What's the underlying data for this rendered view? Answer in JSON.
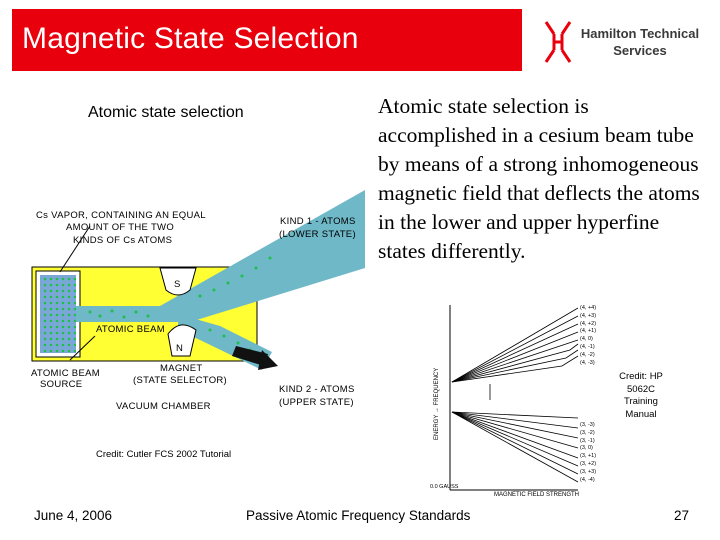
{
  "header": {
    "title": "Magnetic State Selection",
    "logo_line1": "Hamilton Technical",
    "logo_line2": "Services"
  },
  "body_text": "Atomic state selection is accomplished in a cesium beam tube by means of a  strong inhomogeneous magnetic field that deflects the atoms in the lower and upper hyperfine states differently.",
  "diagram": {
    "title": "Atomic state selection",
    "vapor_label_1": "Cs VAPOR, CONTAINING AN EQUAL",
    "vapor_label_2": "AMOUNT OF THE TWO",
    "vapor_label_3": "KINDS OF Cs ATOMS",
    "kind1_line1": "KIND 1 - ATOMS",
    "kind1_line2": "(LOWER STATE)",
    "pole_s": "S",
    "pole_n": "N",
    "atomic_beam": "ATOMIC BEAM",
    "source_line1": "ATOMIC BEAM",
    "source_line2": "SOURCE",
    "magnet_line1": "MAGNET",
    "magnet_line2": "(STATE SELECTOR)",
    "vacuum": "VACUUM CHAMBER",
    "kind2_line1": "KIND 2 - ATOMS",
    "kind2_line2": "(UPPER STATE)",
    "credit": "Credit: Cutler FCS 2002 Tutorial"
  },
  "plot": {
    "y_label": "ENERGY → FREQUENCY",
    "x_label": "MAGNETIC FIELD STRENGTH",
    "origin_label": "0.0 GAUSS",
    "upper_levels": [
      "(4, +4)",
      "(4, +3)",
      "(4, +2)",
      "(4, +1)",
      "(4, 0)",
      "(4, -1)",
      "(4, -2)",
      "(4, -3)"
    ],
    "lower_levels": [
      "(3, -3)",
      "(3, -2)",
      "(3, -1)",
      "(3, 0)",
      "(3, +1)",
      "(3, +2)",
      "(3, +3)",
      "(4, -4)"
    ],
    "credit_line1": "Credit: HP",
    "credit_line2": "5062C",
    "credit_line3": "Training",
    "credit_line4": "Manual"
  },
  "footer": {
    "date": "June 4, 2006",
    "center": "Passive Atomic Frequency Standards",
    "page": "27"
  },
  "colors": {
    "title_bar": "#e8000c",
    "chamber": "#ffff33",
    "beam": "#6fb8c7",
    "atom_dot": "#1fbf4a"
  }
}
